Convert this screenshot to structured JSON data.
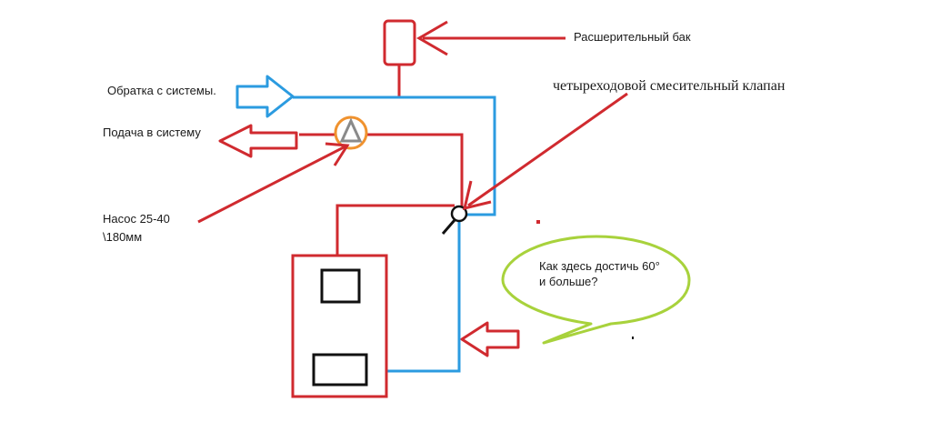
{
  "colors": {
    "supply": "#d02a2f",
    "return": "#2b9be0",
    "pump_ring": "#f0922e",
    "pump_symbol": "#8a8a8a",
    "bubble": "#a8d23c",
    "valve": "#111111",
    "text": "#1a1a1a"
  },
  "labels": {
    "expansion_tank": "Расшерительный бак",
    "return_from_system": "Обратка с системы.",
    "supply_to_system": "Подача в систему",
    "four_way_valve": "четыреходовой смесительный клапан",
    "pump_line1": "Насос 25-40",
    "pump_line2": "\\180мм",
    "question_line1": "Как здесь достичь 60°",
    "question_line2": "и больше?"
  }
}
